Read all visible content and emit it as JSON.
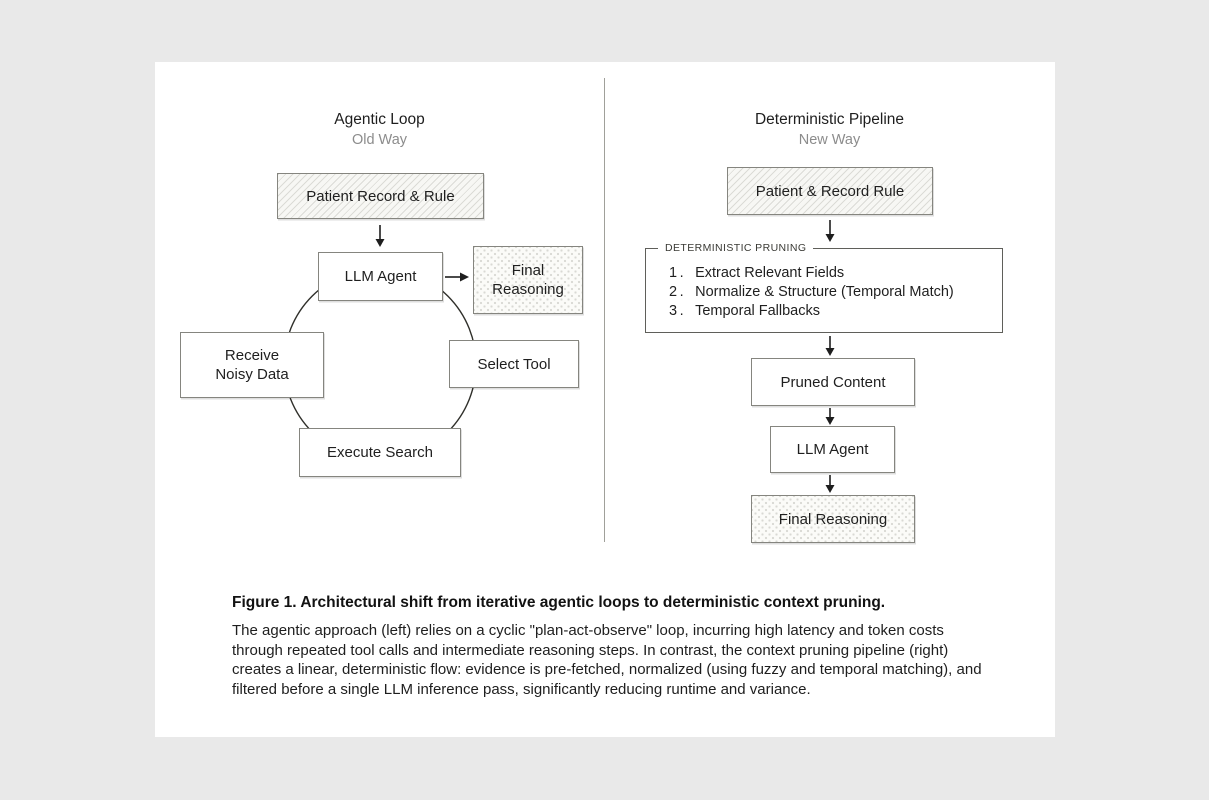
{
  "left_panel": {
    "title": "Agentic Loop",
    "subtitle": "Old Way",
    "nodes": {
      "input": "Patient Record & Rule",
      "agent": "LLM Agent",
      "final": "Final\nReasoning",
      "receive": "Receive\nNoisy Data",
      "select_tool": "Select Tool",
      "execute": "Execute Search"
    }
  },
  "right_panel": {
    "title": "Deterministic Pipeline",
    "subtitle": "New Way",
    "nodes": {
      "input": "Patient & Record Rule",
      "pruned": "Pruned Content",
      "agent": "LLM Agent",
      "final": "Final Reasoning"
    },
    "pruning": {
      "legend": "DETERMINISTIC PRUNING",
      "items": [
        {
          "num": "1.",
          "label": "Extract Relevant Fields"
        },
        {
          "num": "2.",
          "label": "Normalize & Structure (Temporal Match)"
        },
        {
          "num": "3.",
          "label": "Temporal Fallbacks"
        }
      ]
    }
  },
  "caption": {
    "title": "Figure 1. Architectural shift from iterative agentic loops to deterministic context pruning.",
    "body": "The agentic approach (left) relies on a cyclic \"plan-act-observe\" loop, incurring high latency and token costs through repeated tool calls and intermediate reasoning steps. In contrast, the context pruning pipeline (right) creates a linear, deterministic flow: evidence is pre-fetched, normalized (using fuzzy and temporal matching), and filtered before a single LLM inference pass, significantly reducing runtime and variance."
  },
  "colors": {
    "page_background": "#e9e9e9",
    "card_background": "#ffffff",
    "box_border": "#85857f",
    "subtitle_gray": "#8c8c8c",
    "arrow": "#1e1e1e",
    "loop_stroke": "#2f2f2a"
  }
}
